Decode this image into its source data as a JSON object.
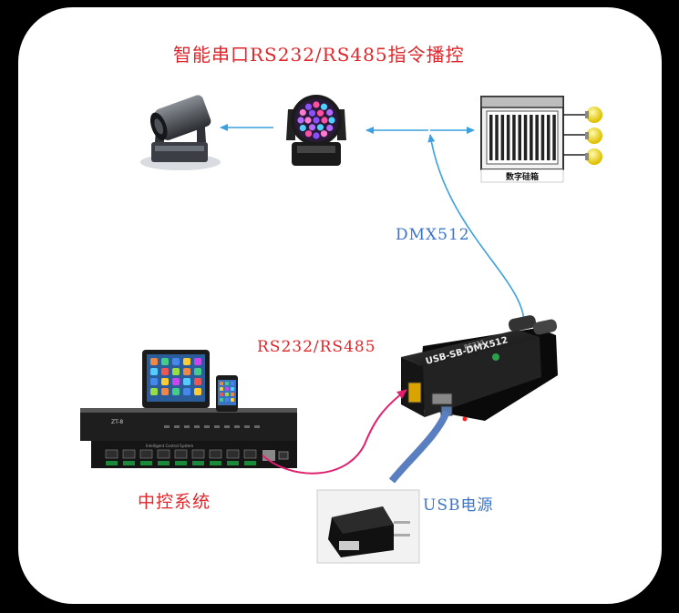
{
  "title": "智能串口RS232/RS485指令播控",
  "labels": {
    "dmx": "DMX512",
    "rs": "RS232/RS485",
    "central": "中控系统",
    "usb_power": "USB电源"
  },
  "device_text": {
    "converter": "USB-SB-DMX512",
    "converter_small": "RS232",
    "dimmer": "数字硅箱",
    "controller_brand": "ZT-8",
    "controller_sub": "Intelligent Control System"
  },
  "colors": {
    "background": "#000000",
    "panel": "#ffffff",
    "title": "#e0262a",
    "blue_text": "#3a74c8",
    "blue_line": "#3aa0e0",
    "pink_line": "#e0206e"
  }
}
